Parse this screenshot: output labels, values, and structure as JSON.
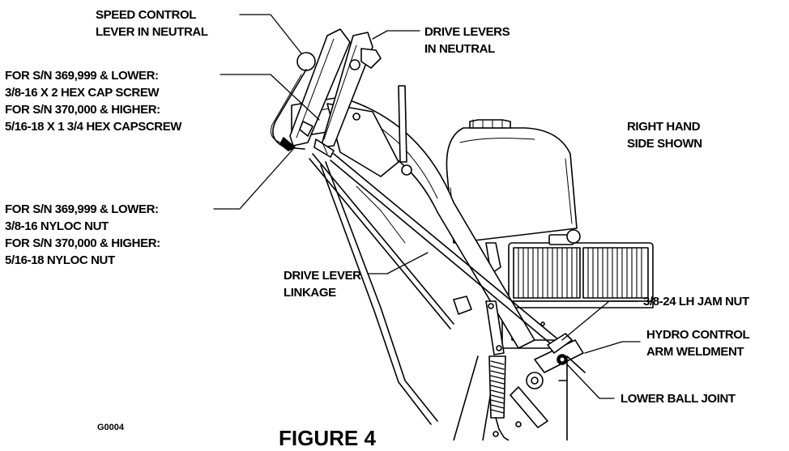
{
  "callouts": {
    "speed_control": [
      "SPEED CONTROL",
      "LEVER IN NEUTRAL"
    ],
    "drive_levers": [
      "DRIVE LEVERS",
      "IN NEUTRAL"
    ],
    "cap_screw": [
      "FOR S/N 369,999 & LOWER:",
      "3/8-16 X 2 HEX CAP SCREW",
      "FOR S/N 370,000 & HIGHER:",
      "5/16-18 X 1 3/4 HEX CAPSCREW"
    ],
    "right_hand": [
      "RIGHT HAND",
      "SIDE SHOWN"
    ],
    "nyloc_nut": [
      "FOR S/N 369,999 & LOWER:",
      "3/8-16 NYLOC NUT",
      "FOR S/N 370,000 & HIGHER:",
      "5/16-18 NYLOC NUT"
    ],
    "drive_linkage": [
      "DRIVE LEVER",
      "LINKAGE"
    ],
    "jam_nut": [
      "3/8-24 LH JAM NUT"
    ],
    "hydro_arm": [
      "HYDRO CONTROL",
      "ARM WELDMENT"
    ],
    "ball_joint": [
      "LOWER BALL JOINT"
    ]
  },
  "figure_label": "FIGURE 4",
  "figure_code": "G0004"
}
